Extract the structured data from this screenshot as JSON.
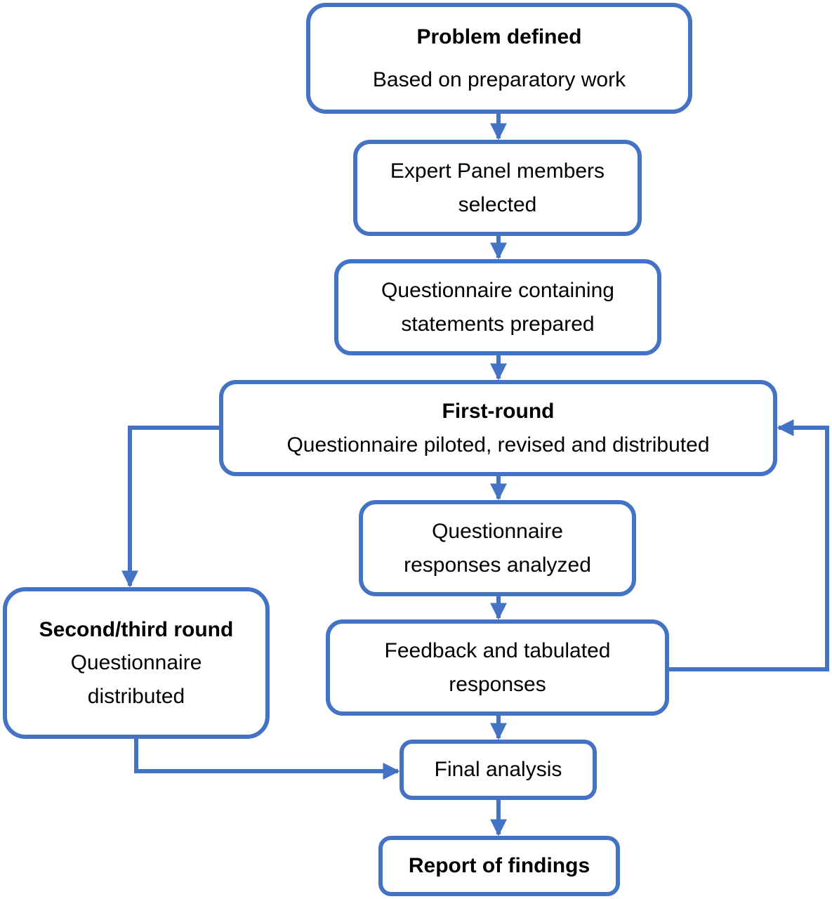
{
  "flowchart": {
    "nodes": {
      "problem": {
        "title": "Problem defined",
        "body": "Based on preparatory work"
      },
      "panel": {
        "body": "Expert Panel members\nselected"
      },
      "questionnaire": {
        "body": "Questionnaire containing\nstatements prepared"
      },
      "first_round": {
        "title": "First-round",
        "body": "Questionnaire piloted, revised and distributed"
      },
      "analyzed": {
        "body": "Questionnaire\nresponses analyzed"
      },
      "feedback": {
        "body": "Feedback and tabulated\nresponses"
      },
      "second_round": {
        "title": "Second/third round",
        "body": "Questionnaire\ndistributed"
      },
      "final": {
        "body": "Final analysis"
      },
      "report": {
        "title": "Report of findings"
      }
    },
    "edges": [
      {
        "from": "problem",
        "to": "panel"
      },
      {
        "from": "panel",
        "to": "questionnaire"
      },
      {
        "from": "questionnaire",
        "to": "first_round"
      },
      {
        "from": "first_round",
        "to": "analyzed"
      },
      {
        "from": "analyzed",
        "to": "feedback"
      },
      {
        "from": "feedback",
        "to": "first_round"
      },
      {
        "from": "first_round",
        "to": "second_round"
      },
      {
        "from": "feedback",
        "to": "final"
      },
      {
        "from": "second_round",
        "to": "final"
      },
      {
        "from": "final",
        "to": "report"
      }
    ],
    "colors": {
      "stroke": "#4472c4",
      "text": "#000000",
      "background": "#ffffff"
    }
  }
}
